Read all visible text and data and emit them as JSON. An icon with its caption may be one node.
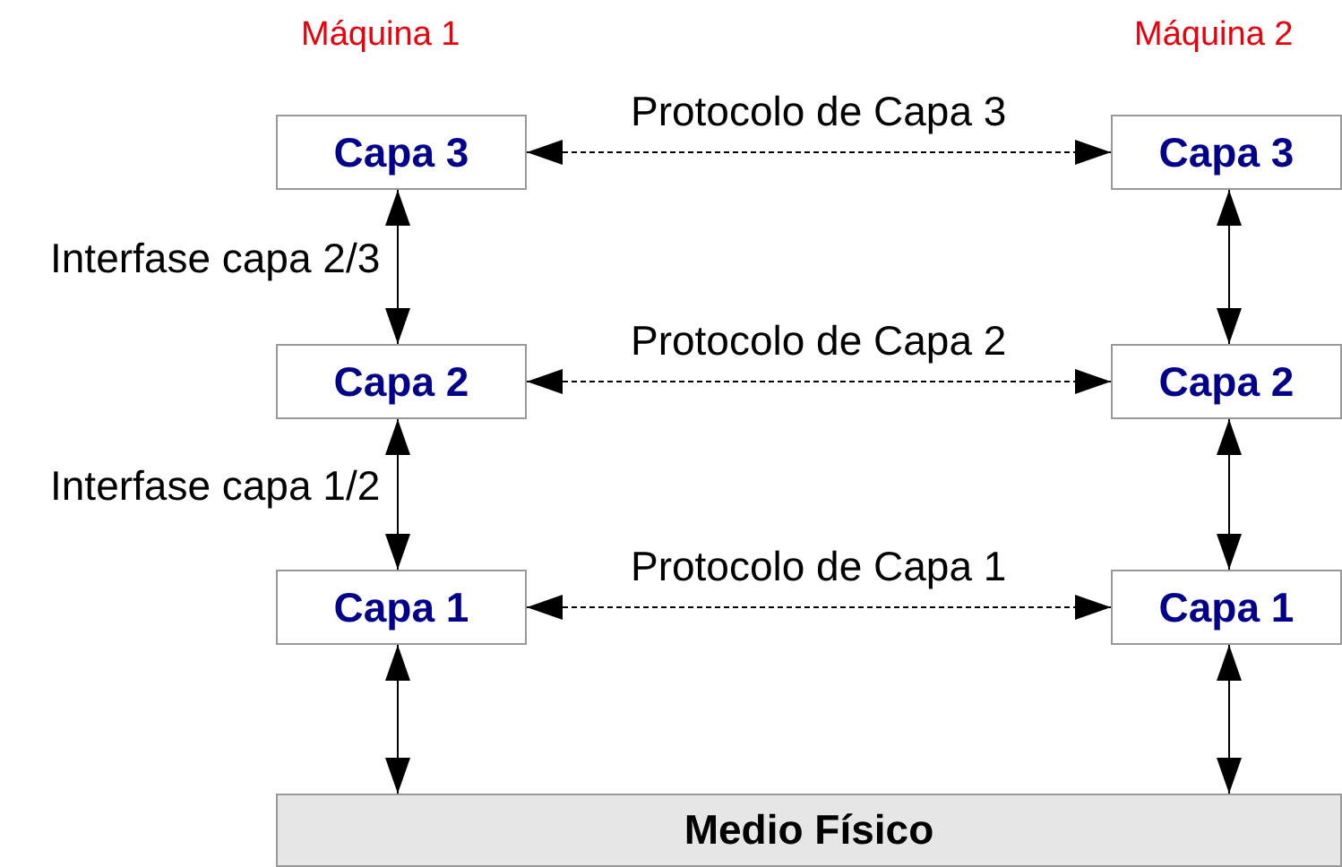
{
  "diagram": {
    "nodes": [
      {
        "text": [
          "Capa 3"
        ]
      },
      {
        "text": [
          "Capa 3"
        ]
      },
      {
        "text": [
          "Capa 2"
        ]
      },
      {
        "text": [
          "Capa 2"
        ]
      },
      {
        "text": [
          "Capa 1"
        ]
      },
      {
        "text": [
          "Capa 1"
        ]
      },
      {
        "text": [
          "Medio Físico"
        ]
      }
    ],
    "edges": [
      {
        "from": 0,
        "to": 1,
        "arrow": "both",
        "style": "dashed",
        "label": "Protocolo de Capa 3"
      },
      {
        "from": 0,
        "to": 2,
        "arrow": "both",
        "label": "Interfase capa 2/3"
      },
      {
        "from": 1,
        "to": 3,
        "arrow": "both"
      },
      {
        "from": 2,
        "to": 3,
        "arrow": "both",
        "style": "dashed",
        "label": "Protocolo de Capa 2"
      },
      {
        "from": 2,
        "to": 4,
        "arrow": "both",
        "label": "Interfase capa 1/2"
      },
      {
        "from": 3,
        "to": 5,
        "arrow": "both"
      },
      {
        "from": 4,
        "to": 5,
        "arrow": "both",
        "style": "dashed",
        "label": "Protocolo de Capa 1"
      },
      {
        "from": 4,
        "to": 6,
        "arrow": "both"
      },
      {
        "from": 5,
        "to": 6,
        "arrow": "both"
      }
    ],
    "labels": [
      "Máquina 1",
      "Máquina 2"
    ]
  }
}
